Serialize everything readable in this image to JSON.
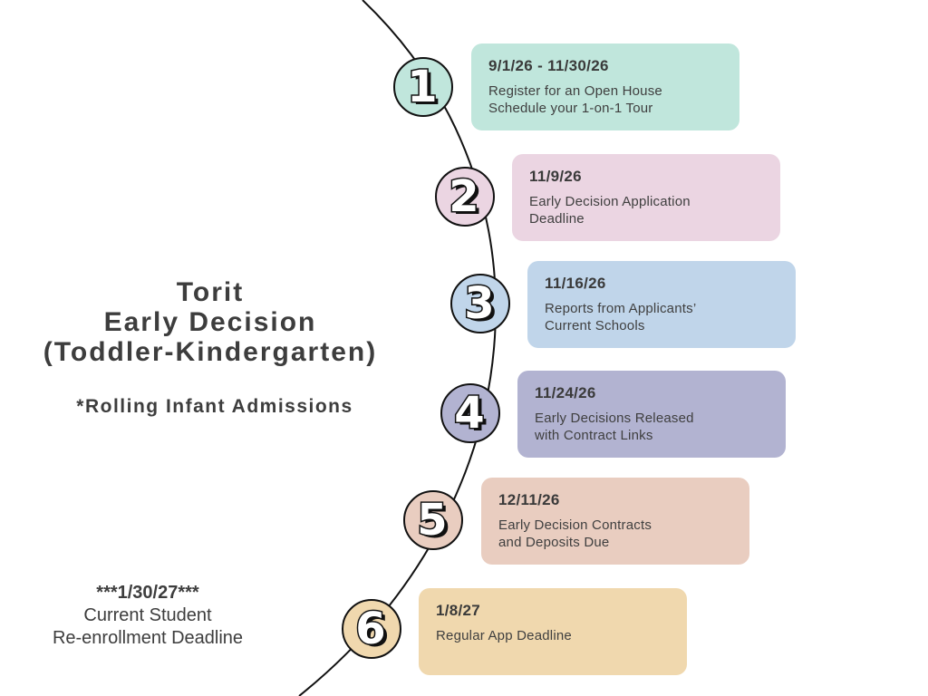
{
  "title": {
    "lines": [
      "Torit",
      "Early Decision",
      "(Toddler-Kindergarten)"
    ]
  },
  "subtitle": "*Rolling Infant Admissions",
  "reenrollment": {
    "date": "***1/30/27***",
    "line1": "Current Student",
    "line2": "Re-enrollment Deadline"
  },
  "steps": [
    {
      "number": "1",
      "date": "9/1/26 - 11/30/26",
      "lines": [
        "Register for an Open House",
        "Schedule your 1-on-1 Tour"
      ],
      "color": "#c0e6dc",
      "badge_color": "#c0e6dc"
    },
    {
      "number": "2",
      "date": "11/9/26",
      "lines": [
        "Early Decision Application",
        "Deadline"
      ],
      "color": "#ebd5e2",
      "badge_color": "#ebd5e2"
    },
    {
      "number": "3",
      "date": "11/16/26",
      "lines": [
        "Reports from Applicants’",
        "Current Schools"
      ],
      "color": "#c0d5ea",
      "badge_color": "#c0d5ea"
    },
    {
      "number": "4",
      "date": "11/24/26",
      "lines": [
        "Early Decisions Released",
        "with Contract Links"
      ],
      "color": "#b2b3d1",
      "badge_color": "#b2b3d1"
    },
    {
      "number": "5",
      "date": "12/11/26",
      "lines": [
        "Early Decision Contracts",
        "and Deposits Due"
      ],
      "color": "#e9cdc0",
      "badge_color": "#e9cdc0"
    },
    {
      "number": "6",
      "date": "1/8/27",
      "lines": [
        "Regular App Deadline"
      ],
      "color": "#f0d8ae",
      "badge_color": "#f0d8ae"
    }
  ]
}
